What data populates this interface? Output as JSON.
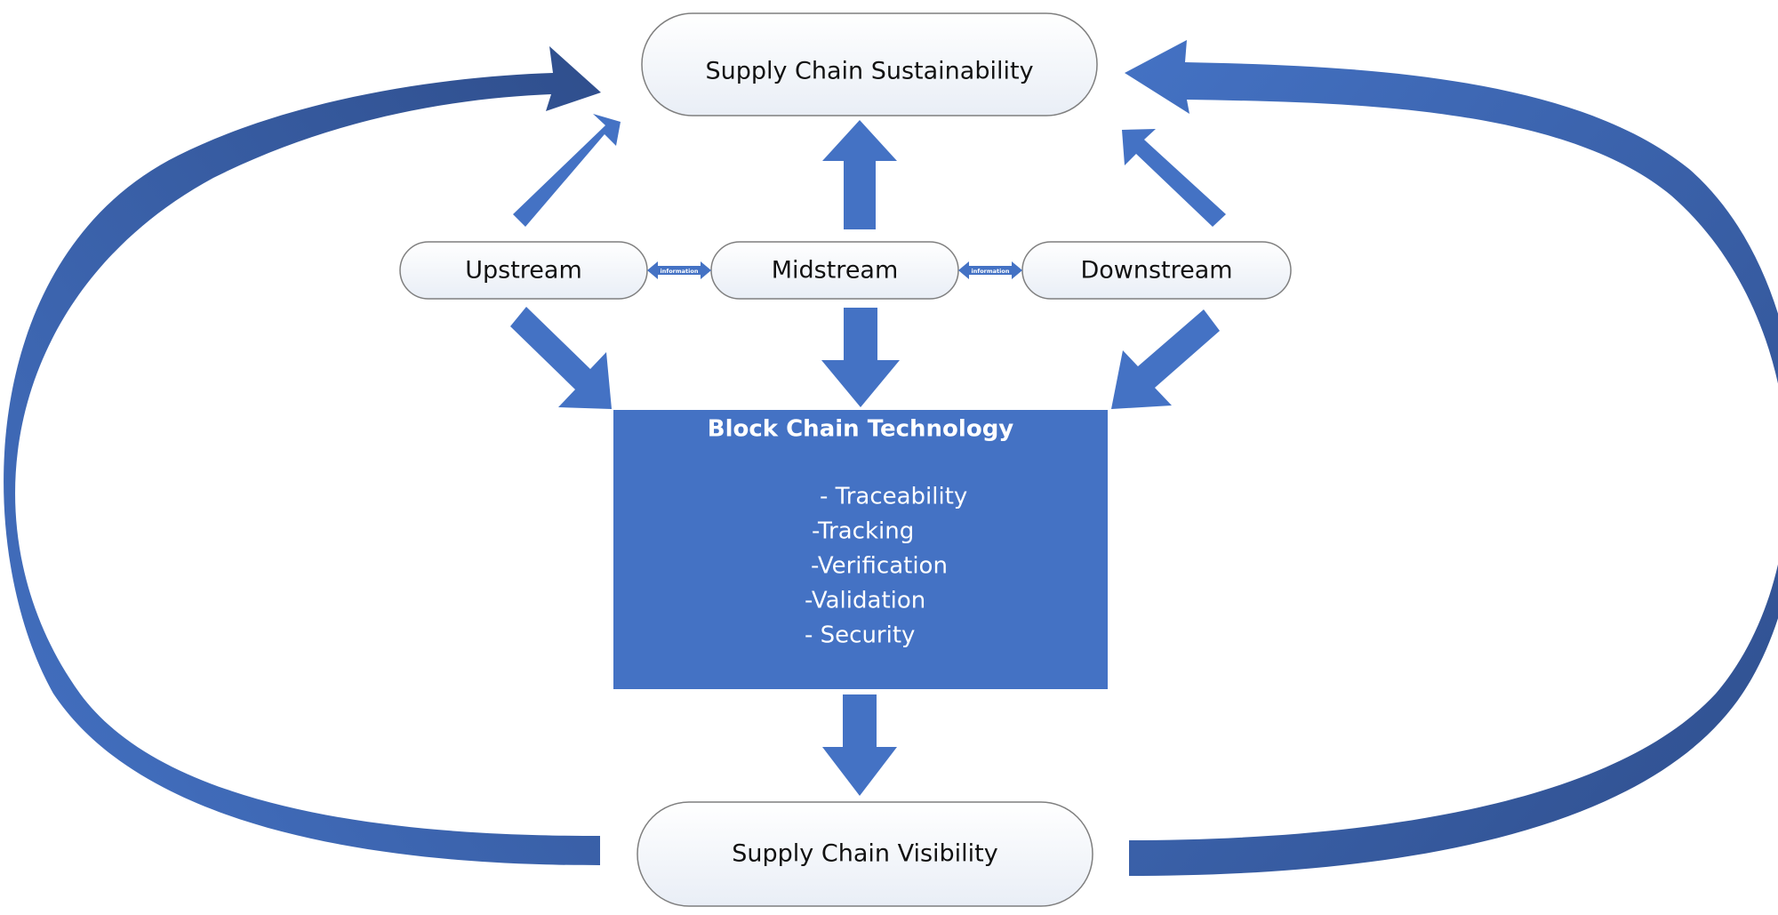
{
  "colors": {
    "accent": "#4472C4",
    "accent_dark": "#2F4E8C",
    "box_fill": "#FFFFFF",
    "box_fill_shade": "#E9EEF6",
    "box_stroke": "#7F7F7F"
  },
  "nodes": {
    "sustainability": "Supply Chain Sustainability",
    "upstream": "Upstream",
    "midstream": "Midstream",
    "downstream": "Downstream",
    "visibility": "Supply Chain Visibility"
  },
  "core": {
    "title": "Block Chain Technology",
    "items": [
      "- Traceability",
      "-Tracking",
      "-Verification",
      "-Validation",
      "- Security"
    ]
  },
  "links": {
    "upstream_midstream": "information",
    "midstream_downstream": "information"
  }
}
